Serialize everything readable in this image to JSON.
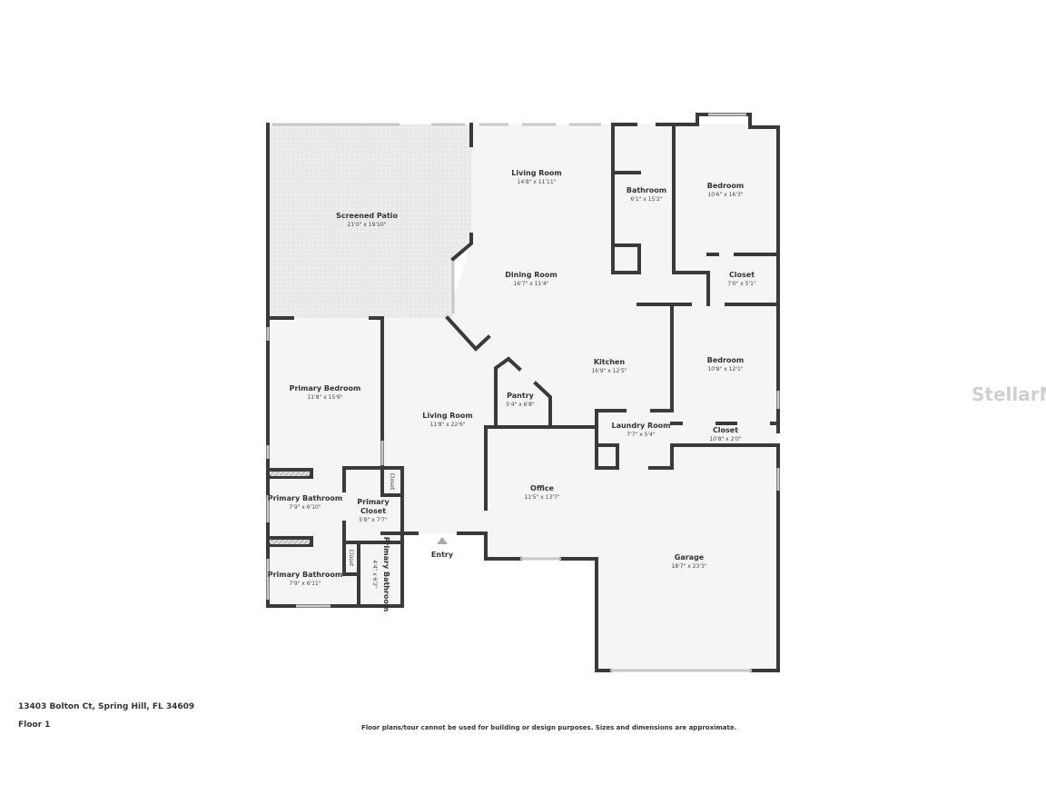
{
  "address": "13403 Bolton Ct, Spring Hill, FL 34609",
  "floor": "Floor 1",
  "disclaimer": "Floor plans/tour cannot be used for building or design purposes. Sizes and dimensions are approximate.",
  "watermark": "StellarMLS",
  "entry_label": "Entry",
  "colors": {
    "wall": "#3a3a3a",
    "floor": "#f5f5f5",
    "patio": "#ececec"
  },
  "rooms": [
    {
      "name": "Screened Patio",
      "dims": "21'0\" x 19'10\""
    },
    {
      "name": "Living Room",
      "dims": "14'8\" x 11'11\""
    },
    {
      "name": "Bathroom",
      "dims": "6'1\" x 15'2\""
    },
    {
      "name": "Bedroom",
      "dims": "10'6\" x 16'3\""
    },
    {
      "name": "Dining Room",
      "dims": "16'7\" x 11'4\""
    },
    {
      "name": "Closet",
      "dims": "7'0\" x 5'1\""
    },
    {
      "name": "Primary Bedroom",
      "dims": "11'8\" x 15'6\""
    },
    {
      "name": "Kitchen",
      "dims": "16'9\" x 12'5\""
    },
    {
      "name": "Bedroom",
      "dims": "10'8\" x 12'1\""
    },
    {
      "name": "Pantry",
      "dims": "5'4\" x 6'8\""
    },
    {
      "name": "Living Room",
      "dims": "11'8\" x 22'6\""
    },
    {
      "name": "Laundry Room",
      "dims": "7'7\" x 5'4\""
    },
    {
      "name": "Closet",
      "dims": "10'8\" x 2'0\""
    },
    {
      "name": "Office",
      "dims": "11'5\" x 13'7\""
    },
    {
      "name": "Primary Bathroom",
      "dims": "7'9\" x 6'10\""
    },
    {
      "name": "Primary Closet",
      "dims": "5'8\" x 7'7\""
    },
    {
      "name": "Garage",
      "dims": "18'7\" x 23'3\""
    },
    {
      "name": "Primary Bathroom",
      "dims": "7'9\" x 6'11\""
    },
    {
      "name": "Primary Bathroom",
      "dims": "4'4\" x 6'2\""
    },
    {
      "name": "Closet",
      "dims": ""
    },
    {
      "name": "Closet",
      "dims": ""
    }
  ]
}
